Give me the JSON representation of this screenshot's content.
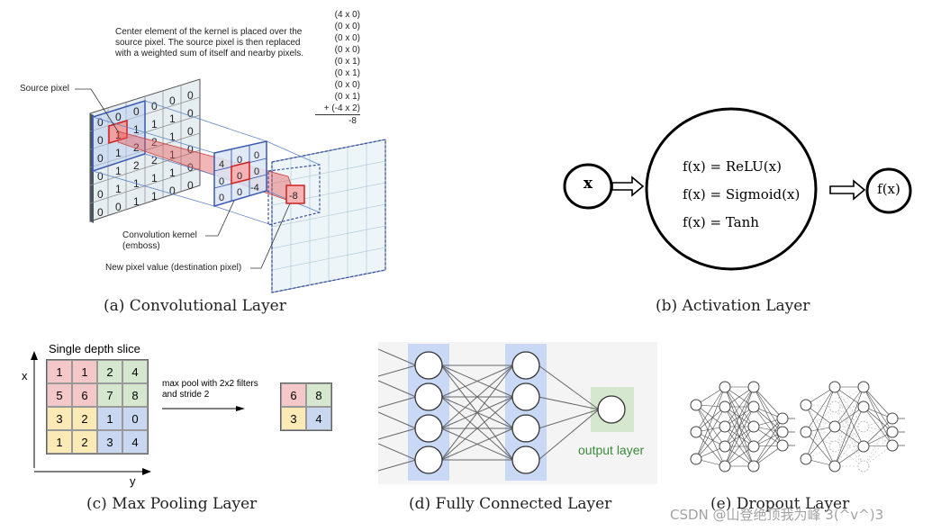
{
  "panels": {
    "conv": {
      "caption": "(a) Convolutional Layer",
      "description": [
        "Center element of the kernel is placed over the",
        "source pixel. The source pixel is then replaced",
        "with a weighted sum of itself and nearby pixels."
      ],
      "source_label": "Source pixel",
      "kernel_label": "Convolution kernel",
      "kernel_sub": "(emboss)",
      "new_pixel_label": "New pixel value (destination pixel)",
      "calc": [
        "(4 x 0)",
        "(0 x 0)",
        "(0 x 0)",
        "(0 x 0)",
        "(0 x 1)",
        "(0 x 1)",
        "(0 x 0)",
        "(0 x 1)",
        "+ (-4 x 2)",
        "-8"
      ],
      "input_rows": [
        [
          "0",
          "0",
          "0",
          "0",
          "0",
          "0"
        ],
        [
          "0",
          "1",
          "1",
          "1",
          "1",
          "0"
        ],
        [
          "0",
          "1",
          "2",
          "2",
          "1",
          "0"
        ],
        [
          "0",
          "1",
          "2",
          "2",
          "1",
          "0"
        ],
        [
          "0",
          "1",
          "1",
          "1",
          "1",
          "0"
        ],
        [
          "0",
          "0",
          "1",
          "1",
          "0",
          "0"
        ]
      ],
      "kernel_rows": [
        [
          "4",
          "0",
          "0"
        ],
        [
          "0",
          "0",
          "0"
        ],
        [
          "0",
          "0",
          "-4"
        ]
      ],
      "output_value": "-8"
    },
    "activation": {
      "caption": "(b) Activation Layer",
      "input": "x",
      "output": "f(x)",
      "funcs": [
        "f(x) = ReLU(x)",
        "f(x) = Sigmoid(x)",
        "f(x) = Tanh"
      ]
    },
    "pool": {
      "caption": "(c) Max Pooling Layer",
      "title": "Single depth slice",
      "x_axis": "x",
      "y_axis": "y",
      "grid": [
        [
          "1",
          "1",
          "2",
          "4"
        ],
        [
          "5",
          "6",
          "7",
          "8"
        ],
        [
          "3",
          "2",
          "1",
          "0"
        ],
        [
          "1",
          "2",
          "3",
          "4"
        ]
      ],
      "op_label": [
        "max pool with 2x2 filters",
        "and stride 2"
      ],
      "result": [
        [
          "6",
          "8"
        ],
        [
          "3",
          "4"
        ]
      ],
      "colors": {
        "red": "#f4c7c9",
        "green": "#d5e8cf",
        "yellow": "#fbeab5",
        "blue": "#c9d8f0"
      }
    },
    "fc": {
      "caption": "(d) Fully Connected Layer",
      "output_label": "output layer",
      "layer_color": "#c9d8f5",
      "output_color": "#d5e8cf",
      "output_text_color": "#3a8a3a"
    },
    "dropout": {
      "caption": "(e) Dropout Layer"
    }
  },
  "watermark": "CSDN @山登绝顶我为峰 3(^v^)3"
}
